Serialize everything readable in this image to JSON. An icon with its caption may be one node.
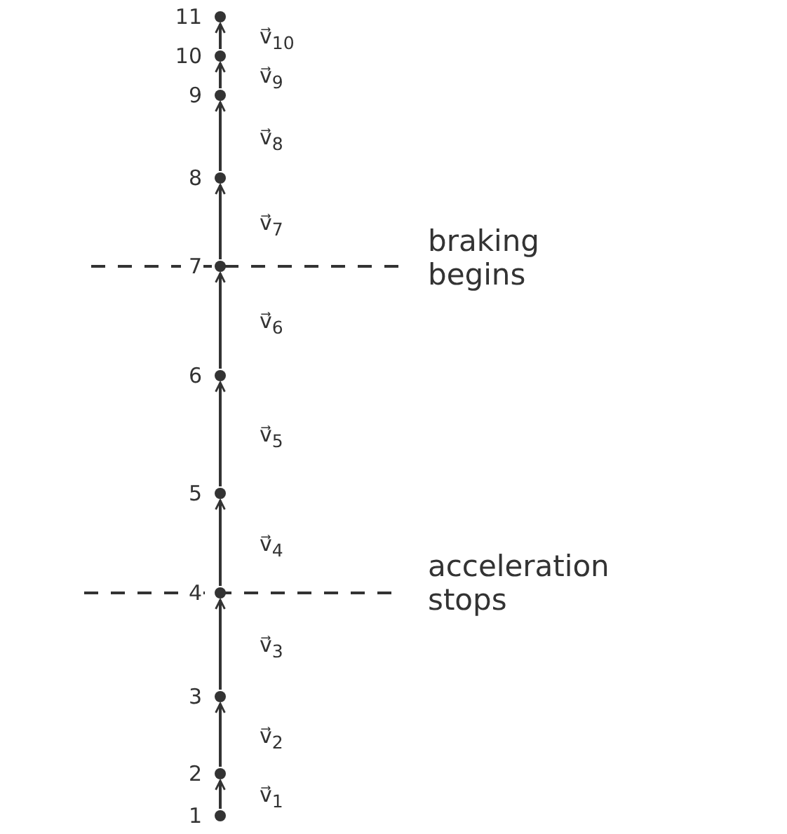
{
  "diagram": {
    "nodes": [
      {
        "text": [],
        "shape": "circle",
        "beside": [
          "1"
        ]
      },
      {
        "text": [],
        "shape": "circle",
        "beside": [
          "2"
        ]
      },
      {
        "text": [],
        "shape": "circle",
        "beside": [
          "3"
        ]
      },
      {
        "text": [],
        "shape": "circle",
        "beside": [
          "4"
        ]
      },
      {
        "text": [],
        "shape": "circle",
        "beside": [
          "5"
        ]
      },
      {
        "text": [],
        "shape": "circle",
        "beside": [
          "6"
        ]
      },
      {
        "text": [],
        "shape": "circle",
        "beside": [
          "7"
        ]
      },
      {
        "text": [],
        "shape": "circle",
        "beside": [
          "8"
        ]
      },
      {
        "text": [],
        "shape": "circle",
        "beside": [
          "9"
        ]
      },
      {
        "text": [],
        "shape": "circle",
        "beside": [
          "10"
        ]
      },
      {
        "text": [],
        "shape": "circle",
        "beside": [
          "11"
        ]
      }
    ],
    "edges": [
      {
        "from": 0,
        "to": 1,
        "arrow": "to",
        "label": "v⃗$_{1}$"
      },
      {
        "from": 1,
        "to": 2,
        "arrow": "to",
        "label": "v⃗$_{2}$"
      },
      {
        "from": 2,
        "to": 3,
        "arrow": "to",
        "label": "v⃗$_{3}$"
      },
      {
        "from": 3,
        "to": 4,
        "arrow": "to",
        "label": "v⃗$_{4}$"
      },
      {
        "from": 4,
        "to": 5,
        "arrow": "to",
        "label": "v⃗$_{5}$"
      },
      {
        "from": 5,
        "to": 6,
        "arrow": "to",
        "label": "v⃗$_{6}$"
      },
      {
        "from": 6,
        "to": 7,
        "arrow": "to",
        "label": "v⃗$_{7}$"
      },
      {
        "from": 7,
        "to": 8,
        "arrow": "to",
        "label": "v⃗$_{8}$"
      },
      {
        "from": 8,
        "to": 9,
        "arrow": "to",
        "label": "v⃗$_{9}$"
      },
      {
        "from": 9,
        "to": 10,
        "arrow": "to",
        "label": "v⃗$_{10}$"
      }
    ],
    "labels": [
      "braking begins",
      "acceleration stops"
    ]
  }
}
